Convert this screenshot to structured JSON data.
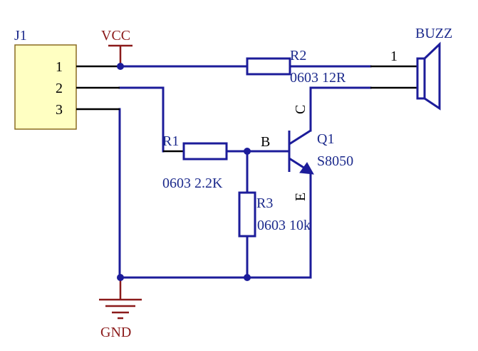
{
  "colors": {
    "wire_blue": "#1c1c9a",
    "wire_black": "#000000",
    "label_blue": "#1c2a8c",
    "label_red": "#8b1a1a",
    "connector_fill": "#ffffc2",
    "connector_stroke": "#8a6b20"
  },
  "connector": {
    "ref": "J1",
    "pins": [
      "1",
      "2",
      "3"
    ]
  },
  "power": {
    "vcc": "VCC",
    "gnd": "GND"
  },
  "resistors": {
    "r1": {
      "ref": "R1",
      "value": "0603 2.2K"
    },
    "r2": {
      "ref": "R2",
      "value": "0603 12R"
    },
    "r3": {
      "ref": "R3",
      "value": "0603 10k"
    }
  },
  "transistor": {
    "ref": "Q1",
    "part": "S8050",
    "pin_b": "B",
    "pin_c": "C",
    "pin_e": "E"
  },
  "buzzer": {
    "ref": "BUZZ",
    "pin": "1"
  }
}
